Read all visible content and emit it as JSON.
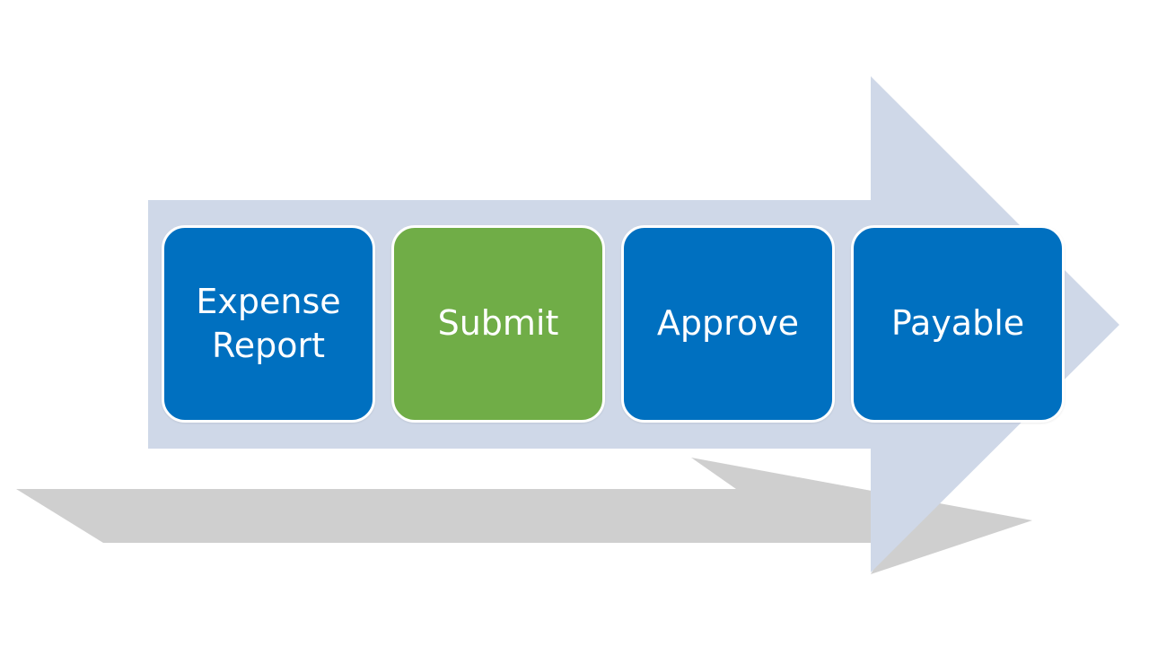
{
  "diagram": {
    "type": "process-flow",
    "direction": "left-to-right",
    "colors": {
      "arrow": "#cfd8e8",
      "shadow": "#cccccc",
      "step_blue": "#0070c0",
      "step_green": "#70ad47",
      "step_border": "#ffffff",
      "text": "#ffffff"
    },
    "steps": [
      {
        "label": "Expense\nReport",
        "color": "#0070c0"
      },
      {
        "label": "Submit",
        "color": "#70ad47"
      },
      {
        "label": "Approve",
        "color": "#0070c0"
      },
      {
        "label": "Payable",
        "color": "#0070c0"
      }
    ]
  }
}
